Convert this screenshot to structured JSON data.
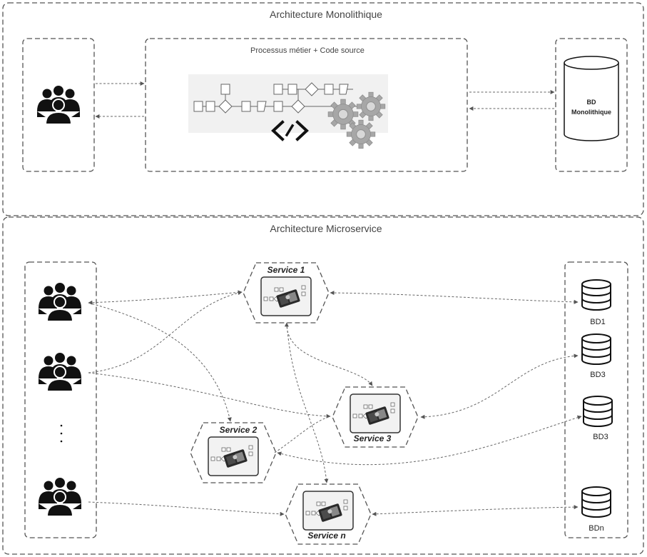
{
  "monolith": {
    "title": "Architecture Monolithique",
    "process_title": "Processus métier + Code source",
    "db_line1": "BD",
    "db_line2": "Monolithique"
  },
  "microservice": {
    "title": "Architecture Microservice",
    "ellipsis": ":",
    "services": [
      "Service 1",
      "Service 2",
      "Service 3",
      "Service n"
    ],
    "databases": [
      "BD1",
      "BD3",
      "BD3",
      "BDn"
    ]
  },
  "icons": {
    "users": "users-group-icon",
    "code": "code-brackets-icon",
    "gears": "gears-icon",
    "database": "database-icon",
    "process_flow": "process-flow-icon",
    "service_module": "service-module-icon"
  }
}
